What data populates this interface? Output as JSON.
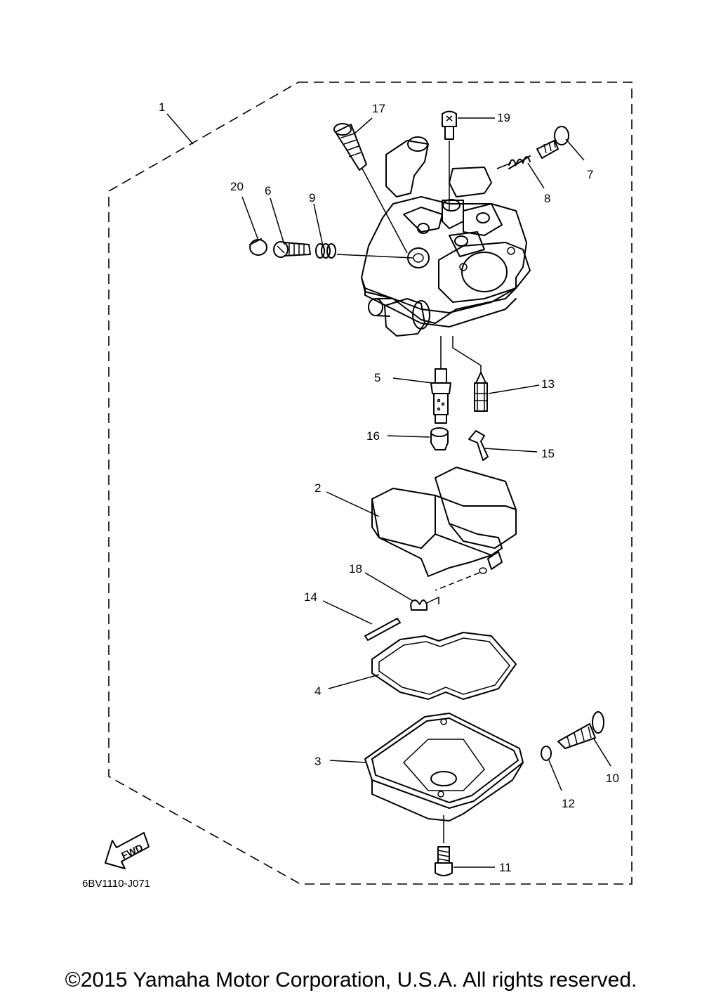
{
  "diagram": {
    "callouts": {
      "c1": "1",
      "c2": "2",
      "c3": "3",
      "c4": "4",
      "c5": "5",
      "c6": "6",
      "c7": "7",
      "c8": "8",
      "c9": "9",
      "c10": "10",
      "c11": "11",
      "c12": "12",
      "c13": "13",
      "c14": "14",
      "c15": "15",
      "c16": "16",
      "c17": "17",
      "c18": "18",
      "c19": "19",
      "c20": "20"
    },
    "fwd_label": "FWD",
    "drawing_code": "6BV1110-J071"
  },
  "footer": {
    "copyright": "©2015 Yamaha Motor Corporation, U.S.A. All rights reserved."
  }
}
